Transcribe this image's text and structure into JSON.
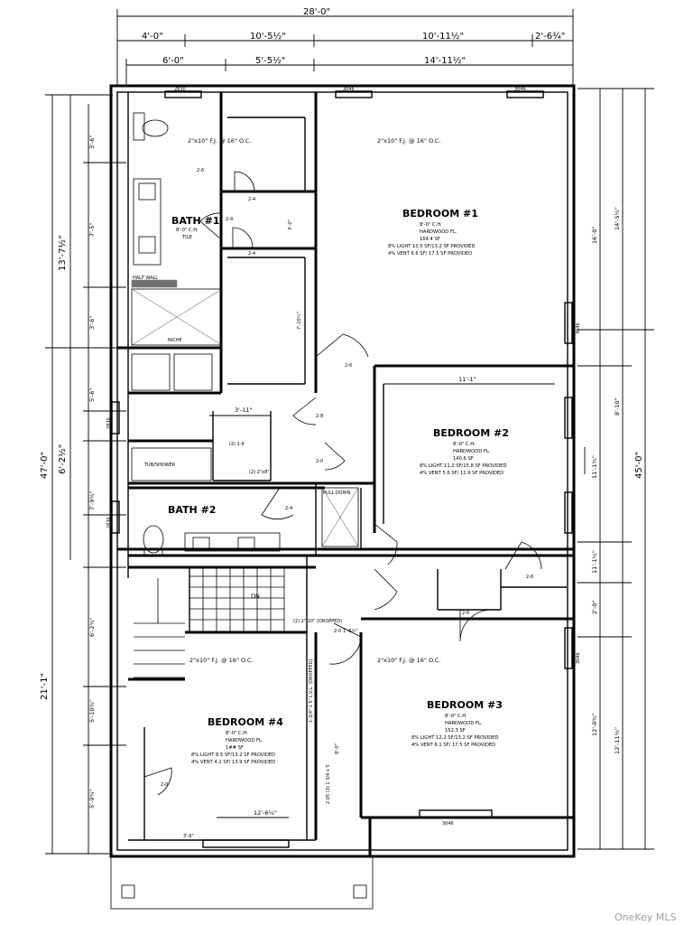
{
  "dimensions": {
    "overall_width": "28'-0\"",
    "top_row1": [
      "4'-0\"",
      "10'-5½\"",
      "10'-11½\"",
      "2'-6¾\""
    ],
    "top_row2": [
      "6'-0\"",
      "5'-5½\"",
      "14'-11½\""
    ],
    "left_outer": [
      "47'-0\"",
      "21'-1\""
    ],
    "left_mid": [
      "13'-7½\"",
      "6'-2½\""
    ],
    "left_inner": [
      "3'-6\"",
      "7'-5\"",
      "3'-6\"",
      "5'-6\"",
      "7'-9¾\"",
      "6'-2¾\"",
      "5'-10¾\"",
      "5'-9¾\""
    ],
    "right_outer": "45'-0\"",
    "right_inner": [
      "16'-0\"",
      "11'-1¾\"",
      "11'-1¼\"",
      "2'-0\"",
      "12'-0¾\""
    ],
    "right_mid": [
      "14'-5¼\"",
      "8'-10\"",
      "12'-11½\""
    ],
    "interior": [
      "3'-11\"",
      "11'-1\"",
      "3'-0\"",
      "7'-10¼\"",
      "12'-6¼\"",
      "8'-0\""
    ]
  },
  "rooms": {
    "bedroom1": {
      "name": "BEDROOM #1",
      "lines": [
        "8'-0\" C.H.",
        "HARDWOOD FL.",
        "164.4 SF",
        "8% LIGHT 10.5 SF/13.2 SF PROVIDED",
        "4% VENT 6.6 SF/ 17.5 SF PROVIDED"
      ]
    },
    "bedroom2": {
      "name": "BEDROOM #2",
      "lines": [
        "8'-0\" C.H.",
        "HARDWOOD FL.",
        "140.6 SF",
        "8% LIGHT 11.2 SF/15.8 SF PROVIDED",
        "4% VENT 5.6 SF/ 11.9 SF PROVIDED"
      ]
    },
    "bedroom3": {
      "name": "BEDROOM #3",
      "lines": [
        "8'-0\" C.H.",
        "HARDWOOD FL.",
        "152.3 SF",
        "8% LIGHT 12.2 SF/13.2 SF PROVIDED",
        "4% VENT 6.1 SF/ 17.5 SF PROVIDED"
      ]
    },
    "bedroom4": {
      "name": "BEDROOM #4",
      "lines": [
        "8'-0\" C.H.",
        "HARDWOOD FL.",
        "1## SF",
        "8% LIGHT 8.5 SF/13.2 SF PROVIDED",
        "4% VENT 4.2 SF/ 13.9 SF PROVIDED"
      ]
    },
    "bath1": {
      "name": "BATH #1",
      "lines": [
        "8'-0\" C.H.",
        "TILE"
      ]
    },
    "bath2": {
      "name": "BATH #2"
    }
  },
  "labels": {
    "joist_top_left": "2\"x10\" F.J. @ 16\" O.C.",
    "joist_top_right": "2\"x10\" F.J. @ 16\" O.C.",
    "joist_bottom_left": "2\"x10\" F.J. @ 16\" O.C.",
    "joist_bottom_right": "2\"x10\" F.J. @ 16\" O.C.",
    "half_wall": "HALF WALL",
    "niche": "NICHE",
    "tub_shower": "TUB/SHOWER",
    "pull_down": "PULL DOWN",
    "stair_dn": "DN",
    "header1": "(2) 1-6",
    "header2": "(2) 2\"x8\"",
    "header3": "(2) 2\" 10\" (DROPPED)",
    "lvl_beam": "1-3/4\" x 5' L.V.L. (DROPPED)",
    "lvl_beam2": "2.05 (3) 1 3/4 x 5",
    "beam_left": "3'-6\"",
    "header_right": "1'-6½\""
  },
  "doors": {
    "d1": "2-4",
    "d2": "2-4",
    "d3": "2-4",
    "d4": "2-6",
    "d5": "2-8",
    "d6": "2-0",
    "d7": "2-4",
    "d8": "2-6",
    "d9": "2-6",
    "d10": "2-6",
    "d11": "2-0",
    "d12": "2-0"
  },
  "windows": {
    "w_top1": "2830",
    "w_top2": "3046",
    "w_top3": "3046",
    "w_right1": "3046",
    "w_right2": "3046",
    "w_left1": "2830",
    "w_left2": "2830",
    "w_bottom1": "3046"
  },
  "watermark": "OneKey MLS"
}
